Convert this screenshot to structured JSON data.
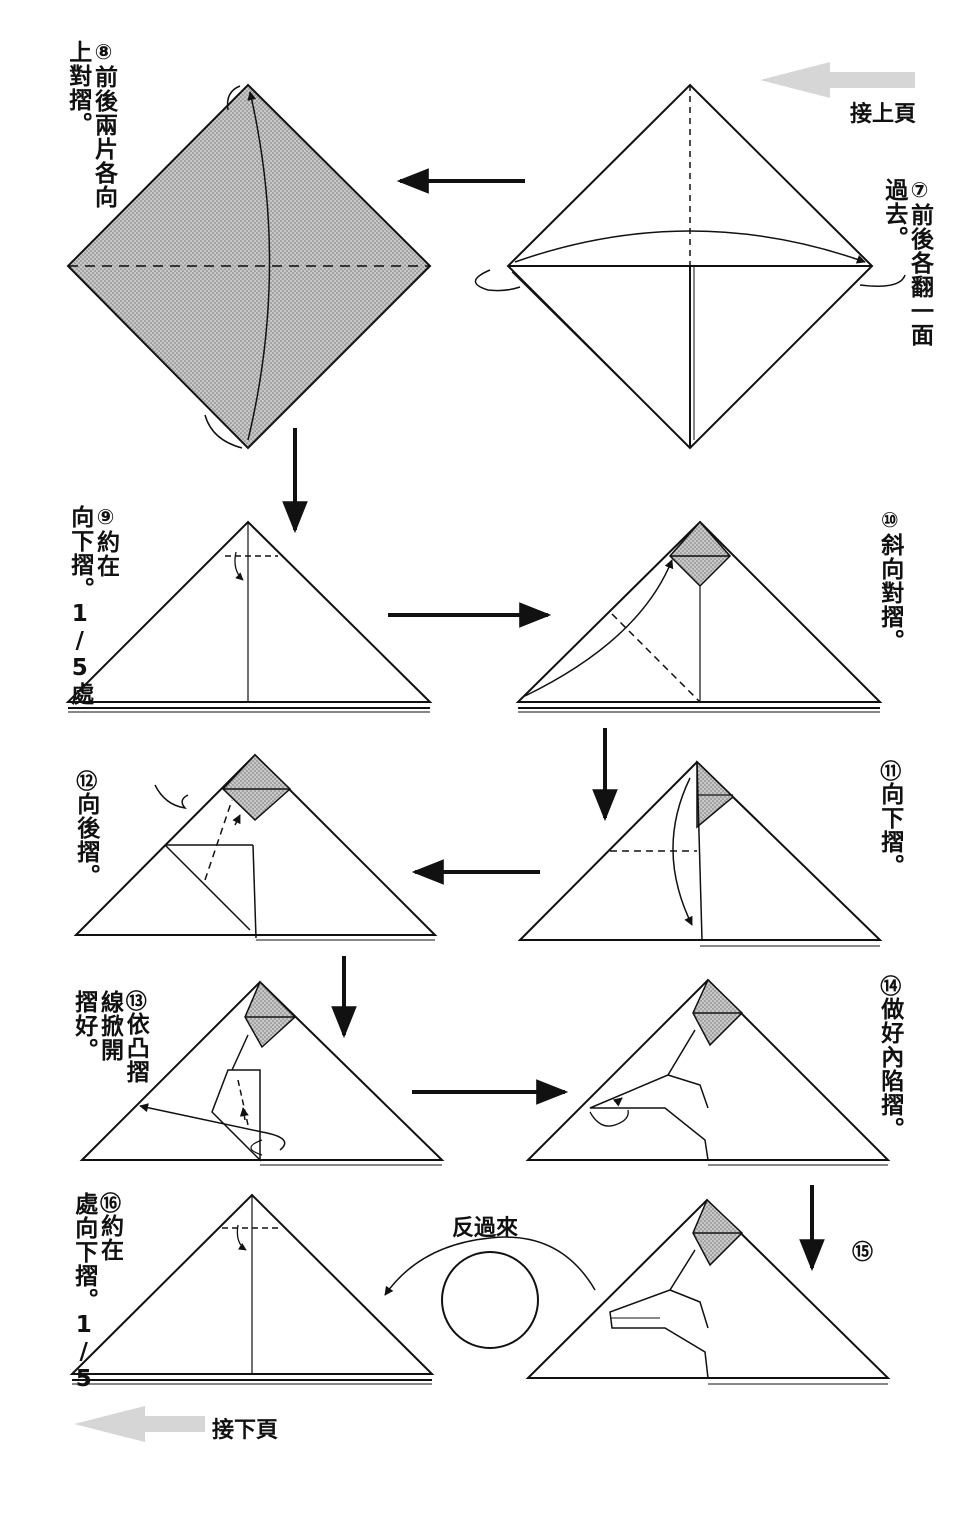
{
  "nav": {
    "continue_from": "接上頁",
    "continue_next": "接下頁"
  },
  "steps": [
    {
      "num": "⑦",
      "text": "前後各翻一面\n過去。"
    },
    {
      "num": "⑧",
      "text": "前後兩片各向\n上對摺。"
    },
    {
      "num": "⑨",
      "text": "約在\n向下摺。",
      "fraction": "1/5",
      "suffix": "處"
    },
    {
      "num": "⑩",
      "text": "斜向對摺。"
    },
    {
      "num": "⑪",
      "text": "向下摺。"
    },
    {
      "num": "⑫",
      "text": "向後摺。"
    },
    {
      "num": "⑬",
      "text": "依凸摺\n線掀開\n摺好。"
    },
    {
      "num": "⑭",
      "text": "做好內陷摺。"
    },
    {
      "num": "⑮",
      "text": ""
    },
    {
      "num": "⑯",
      "text": "約在\n處向下摺。",
      "fraction": "1/5"
    }
  ],
  "turn_over_label": "反過來",
  "colors": {
    "ink": "#111111",
    "shade": "#bdbdbd",
    "nav_arrow": "#d6d6d6"
  }
}
